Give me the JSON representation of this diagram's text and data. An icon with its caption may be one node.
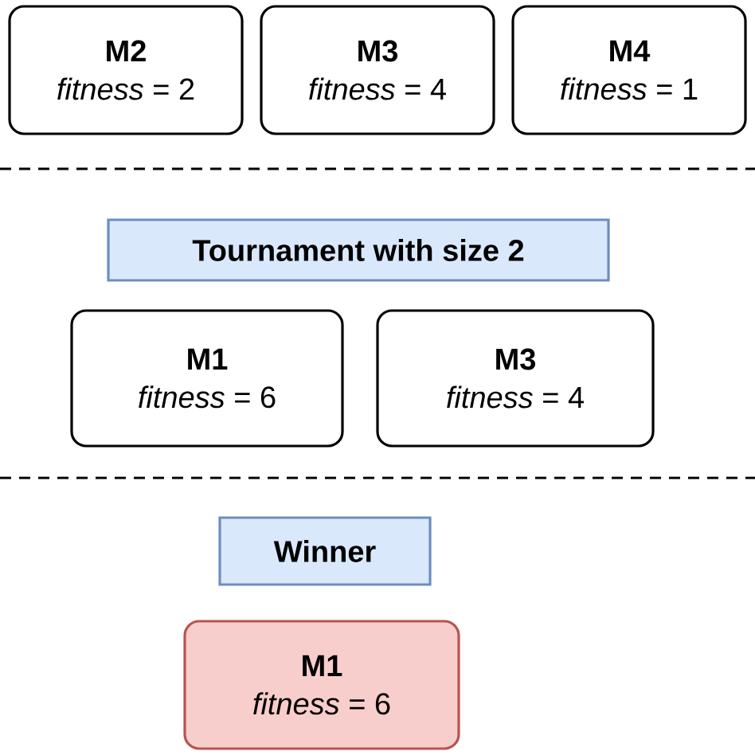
{
  "diagram": {
    "nodes": [
      {
        "text": [
          "M2",
          "*fitness* = 2"
        ]
      },
      {
        "text": [
          "M3",
          "*fitness* = 4"
        ]
      },
      {
        "text": [
          "M4",
          "*fitness* = 1"
        ]
      },
      {
        "text": [
          "Tournament with size 2"
        ]
      },
      {
        "text": [
          "M1",
          "*fitness* = 6"
        ]
      },
      {
        "text": [
          "M3",
          "*fitness* = 4"
        ]
      },
      {
        "text": [
          "Winner"
        ]
      },
      {
        "text": [
          "M1",
          "*fitness* = 6"
        ]
      }
    ]
  }
}
